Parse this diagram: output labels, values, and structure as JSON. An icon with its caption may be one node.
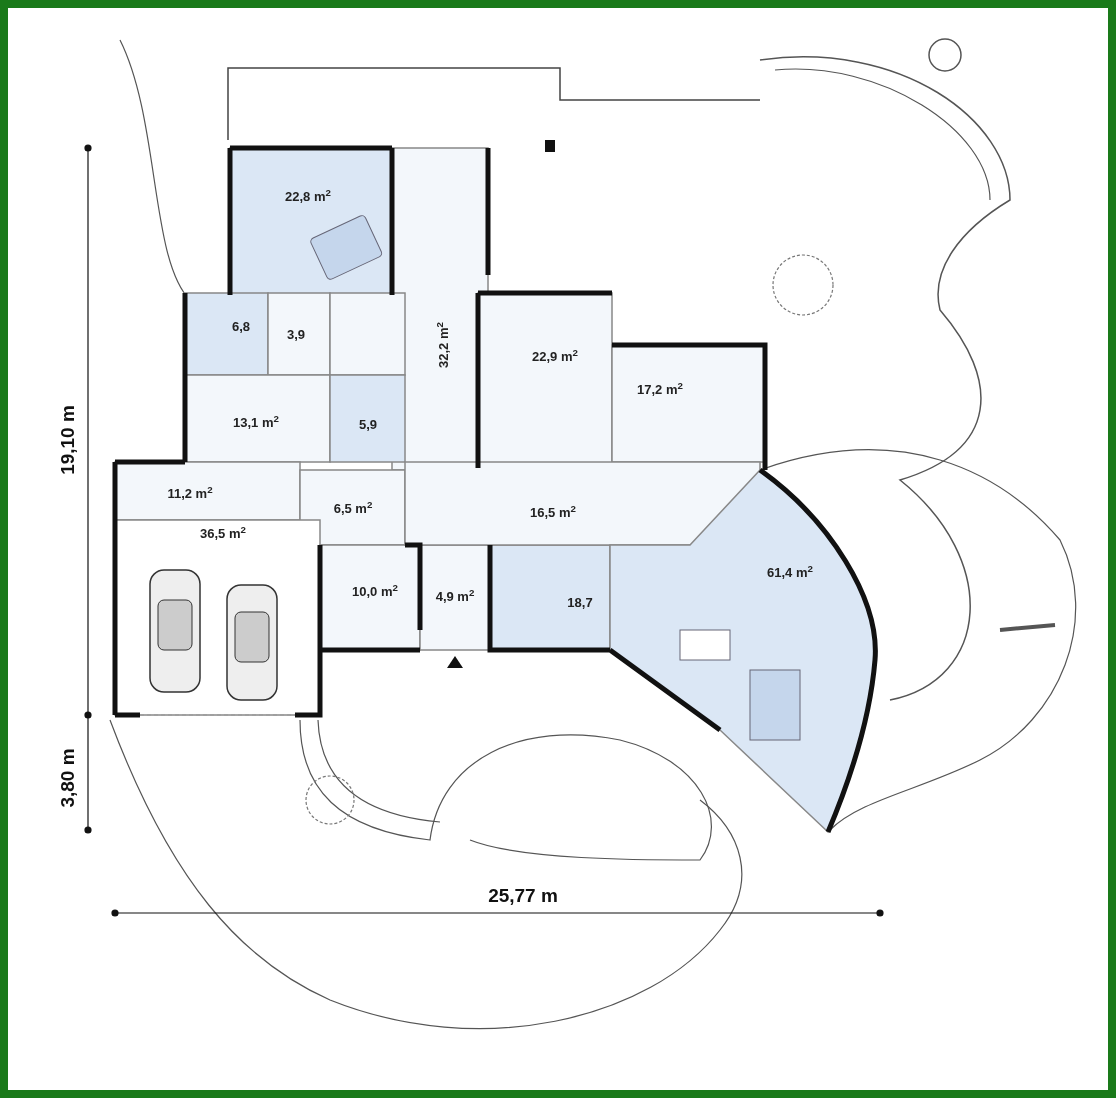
{
  "diagram": {
    "labels": [
      "22,8 m$^{2}$",
      "6,8",
      "3,9",
      "32,2 m$^{2}$",
      "22,9 m$^{2}$",
      "17,2 m$^{2}$",
      "13,1 m$^{2}$",
      "5,9",
      "11,2 m$^{2}$",
      "6,5 m$^{2}$",
      "16,5 m$^{2}$",
      "36,5 m$^{2}$",
      "61,4 m$^{2}$",
      "10,0 m$^{2}$",
      "4,9 m$^{2}$",
      "18,7",
      "19,10 m",
      "3,80 m",
      "25,77 m"
    ]
  }
}
